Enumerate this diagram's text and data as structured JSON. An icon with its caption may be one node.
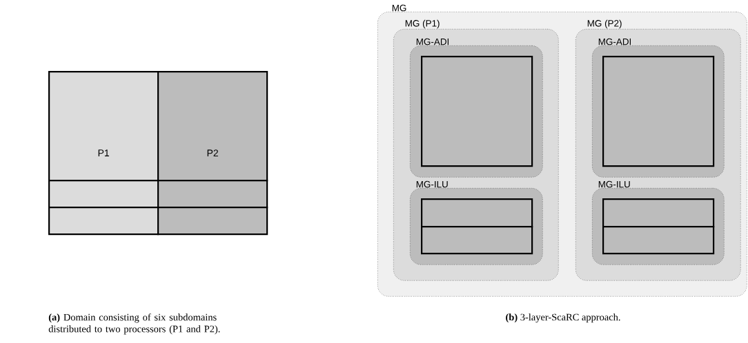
{
  "diagram": {
    "nodes": [
      {
        "text": [
          "P1"
        ]
      },
      {
        "text": [
          "P2"
        ]
      },
      {
        "text": [],
        "shape": "box"
      },
      {
        "text": [],
        "shape": "box"
      },
      {
        "text": [],
        "shape": "box"
      },
      {
        "text": [],
        "shape": "box"
      },
      {
        "text": [
          "MG"
        ]
      },
      {
        "text": [
          "MG (P1)"
        ],
        "in": 6
      },
      {
        "text": [
          "MG-ADI"
        ],
        "in": 7
      },
      {
        "text": [],
        "shape": "box",
        "in": 8
      },
      {
        "text": [
          "MG-ILU"
        ],
        "in": 7
      },
      {
        "text": [],
        "shape": "box",
        "in": 10
      },
      {
        "text": [],
        "shape": "box",
        "in": 10
      },
      {
        "text": [
          "MG (P2)"
        ],
        "in": 6
      },
      {
        "text": [
          "MG-ADI"
        ],
        "in": 13
      },
      {
        "text": [],
        "shape": "box",
        "in": 14
      },
      {
        "text": [
          "MG-ILU"
        ],
        "in": 13
      },
      {
        "text": [],
        "shape": "box",
        "in": 16
      },
      {
        "text": [],
        "shape": "box",
        "in": 16
      }
    ],
    "labels": [
      "**(a)** Domain consisting of six subdomains distributed to two processors (P1 and P2).",
      "**(b)** 3-layer-ScaRC approach."
    ]
  }
}
